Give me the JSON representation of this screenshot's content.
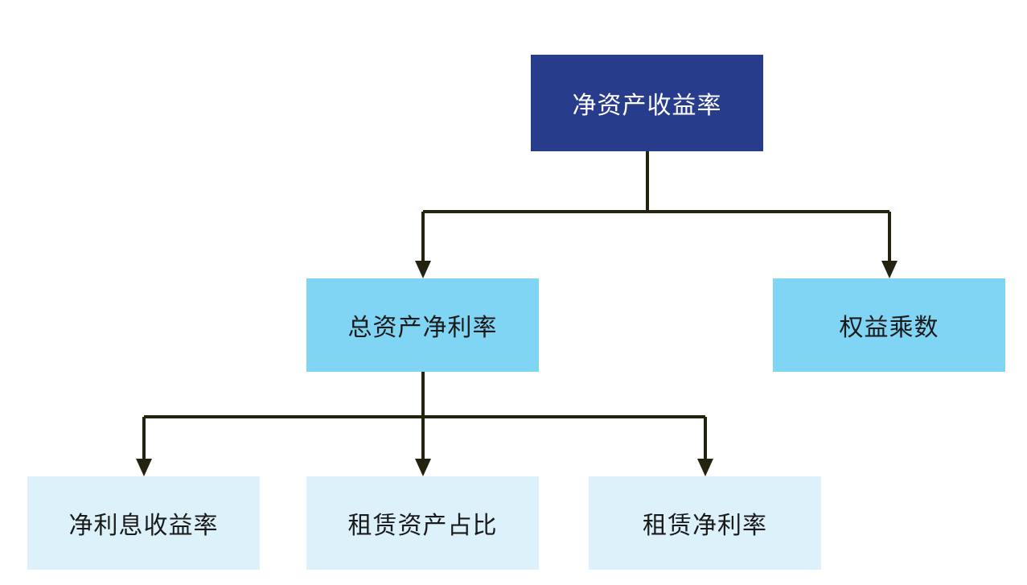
{
  "colors": {
    "root_fill": "#283c8c",
    "root_text": "#ffffff",
    "level2_fill": "#80d4f4",
    "level3_fill": "#ddf1fb",
    "dark_text": "#1a1a1a",
    "connector": "#23230f"
  },
  "nodes": {
    "root": "净资产收益率",
    "total_asset_net_margin": "总资产净利率",
    "equity_multiplier": "权益乘数",
    "net_interest_yield": "净利息收益率",
    "lease_asset_share": "租赁资产占比",
    "lease_net_margin": "租赁净利率"
  }
}
